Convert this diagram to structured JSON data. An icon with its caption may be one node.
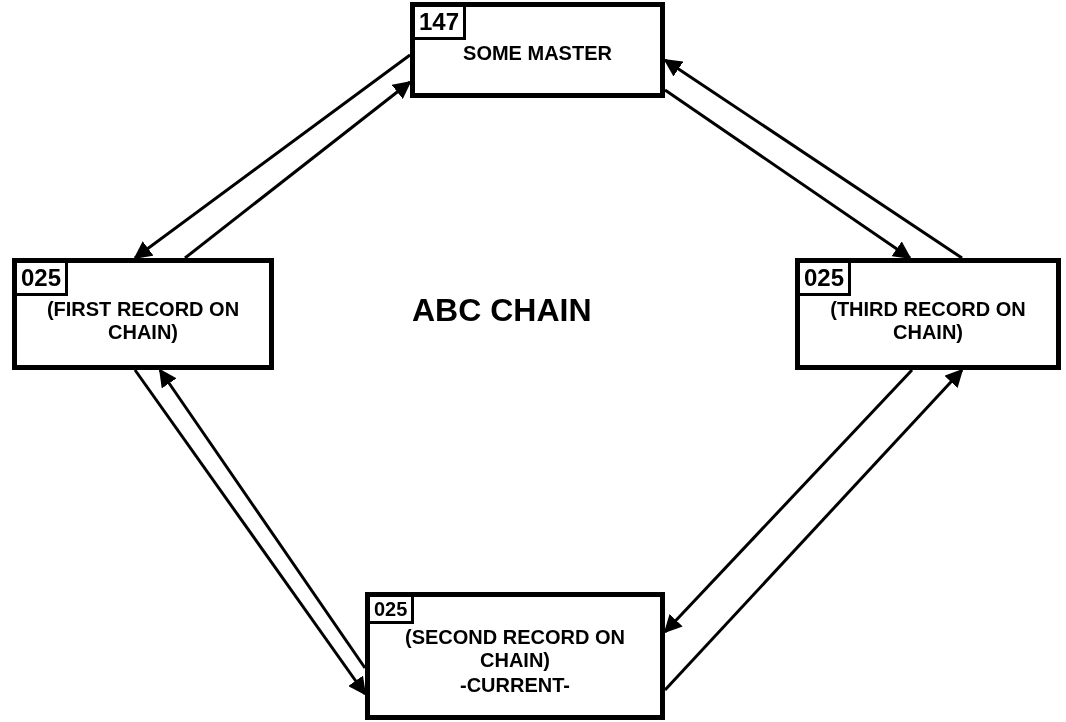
{
  "diagram": {
    "nodes": [
      {
        "text": [
          "147",
          "SOME MASTER"
        ]
      },
      {
        "text": [
          "025",
          "(FIRST RECORD ON CHAIN)"
        ]
      },
      {
        "text": [
          "025",
          "(THIRD RECORD ON CHAIN)"
        ]
      },
      {
        "text": [
          "025",
          "(SECOND RECORD ON CHAIN)",
          "-CURRENT-"
        ]
      }
    ],
    "edges": [
      {
        "from": 0,
        "to": 1,
        "arrow": "to"
      },
      {
        "from": 1,
        "to": 0,
        "arrow": "to"
      },
      {
        "from": 0,
        "to": 2,
        "arrow": "to"
      },
      {
        "from": 2,
        "to": 0,
        "arrow": "to"
      },
      {
        "from": 2,
        "to": 3,
        "arrow": "to"
      },
      {
        "from": 3,
        "to": 2,
        "arrow": "to"
      },
      {
        "from": 3,
        "to": 1,
        "arrow": "to"
      },
      {
        "from": 1,
        "to": 3,
        "arrow": "to"
      }
    ],
    "labels": [
      "ABC CHAIN"
    ]
  }
}
